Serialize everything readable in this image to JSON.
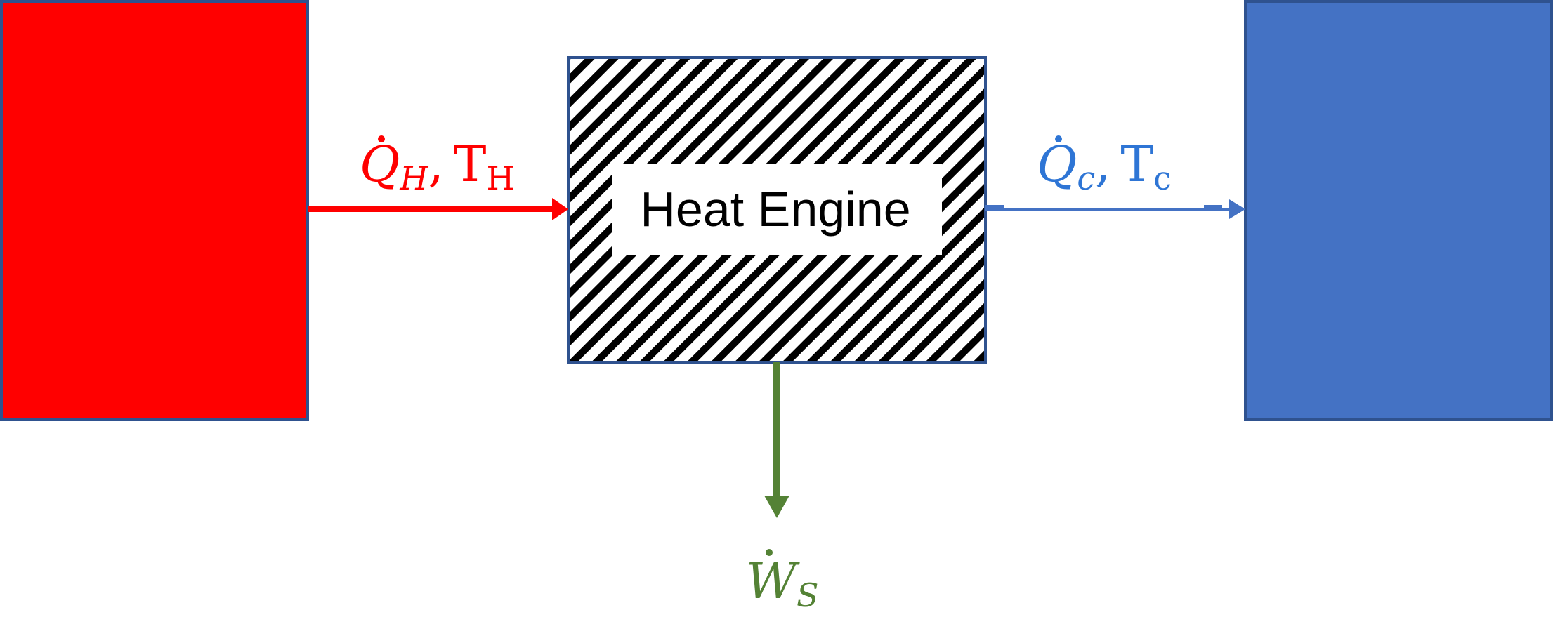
{
  "colors": {
    "hot": "#ff0000",
    "cold": "#4472c4",
    "work": "#548235",
    "border": "#2f528f",
    "heat_arrow_label_cold": "#2e75d5"
  },
  "hot_reservoir": {
    "label": ""
  },
  "cold_reservoir": {
    "label": ""
  },
  "engine": {
    "label": "Heat Engine"
  },
  "hot_flow": {
    "symbol": "Q",
    "subscript": "H",
    "separator": ",",
    "temp_symbol": "T",
    "temp_subscript": "H"
  },
  "cold_flow": {
    "symbol": "Q",
    "subscript": "c",
    "separator": ",",
    "temp_symbol": "T",
    "temp_subscript": "c"
  },
  "work_flow": {
    "symbol": "W",
    "subscript": "S"
  }
}
